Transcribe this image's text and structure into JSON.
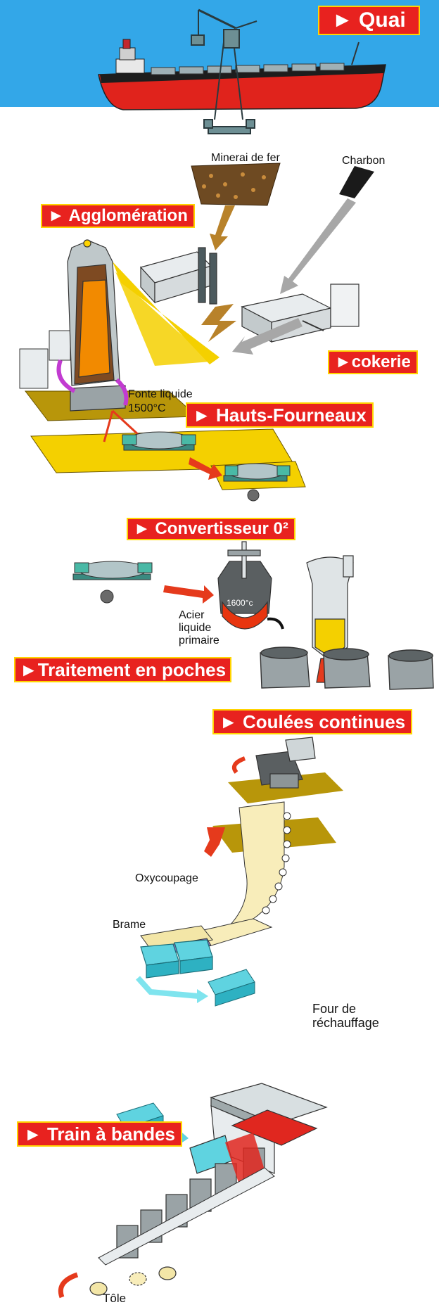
{
  "colors": {
    "sky": "#33a7e8",
    "banner_red": "#e8221f",
    "banner_border": "#ffd400",
    "arrow_red": "#e53a1c",
    "ochre": "#b8960a",
    "yellow": "#f4d000",
    "orange": "#f28a00",
    "cyan": "#5fd3e0",
    "grey": "#9aa3a6"
  },
  "banners": {
    "quai": "► Quai",
    "agglomeration": "► Agglomération",
    "cokerie": "►cokerie",
    "hauts_fourneaux": "► Hauts-Fourneaux",
    "convertisseur": "► Convertisseur 0²",
    "traitement": "►Traitement en poches",
    "coulees": "► Coulées continues",
    "train": "► Train à bandes"
  },
  "labels": {
    "minerai": "Minerai de fer",
    "charbon": "Charbon",
    "fonte_1": "Fonte liquide",
    "fonte_2": "1500°C",
    "temp_1600": "1600°c",
    "acier_1": "Acier",
    "acier_2": "liquide",
    "acier_3": "primaire",
    "oxycoupage": "Oxycoupage",
    "brame": "Brame",
    "four_1": "Four de",
    "four_2": "réchauffage",
    "tole": "Tôle"
  }
}
